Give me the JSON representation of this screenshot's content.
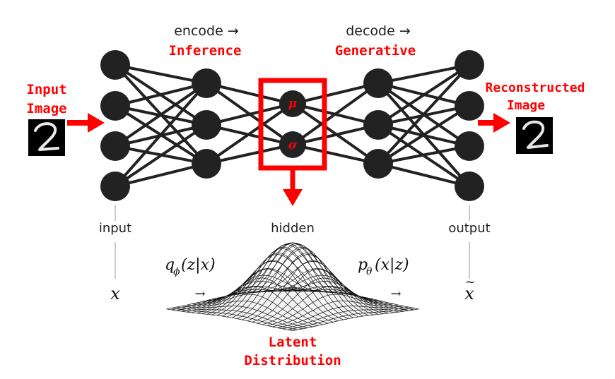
{
  "labels": {
    "encode": "encode →",
    "decode": "decode →",
    "inference": "Inference",
    "generative": "Generative",
    "input_image_line1": "Input",
    "input_image_line2": "Image",
    "reconstructed_line1": "Reconstructed",
    "reconstructed_line2": "Image",
    "input": "input",
    "hidden": "hidden",
    "output": "output",
    "latent_line1": "Latent",
    "latent_line2": "Distribution"
  },
  "nodes": {
    "mu": "μ",
    "sigma": "σ"
  },
  "math": {
    "encoder_q": "q",
    "encoder_sub": "ϕ",
    "encoder_args": "(z|x)",
    "decoder_p": "p",
    "decoder_sub": "θ",
    "decoder_args": "(x|z)",
    "x": "x",
    "x_tilde": "x",
    "tilde": "~",
    "arrow": "→"
  },
  "digit": "2",
  "colors": {
    "accent": "#ff0000",
    "node": "#222222",
    "edge": "#222222",
    "axis": "#cccccc"
  }
}
